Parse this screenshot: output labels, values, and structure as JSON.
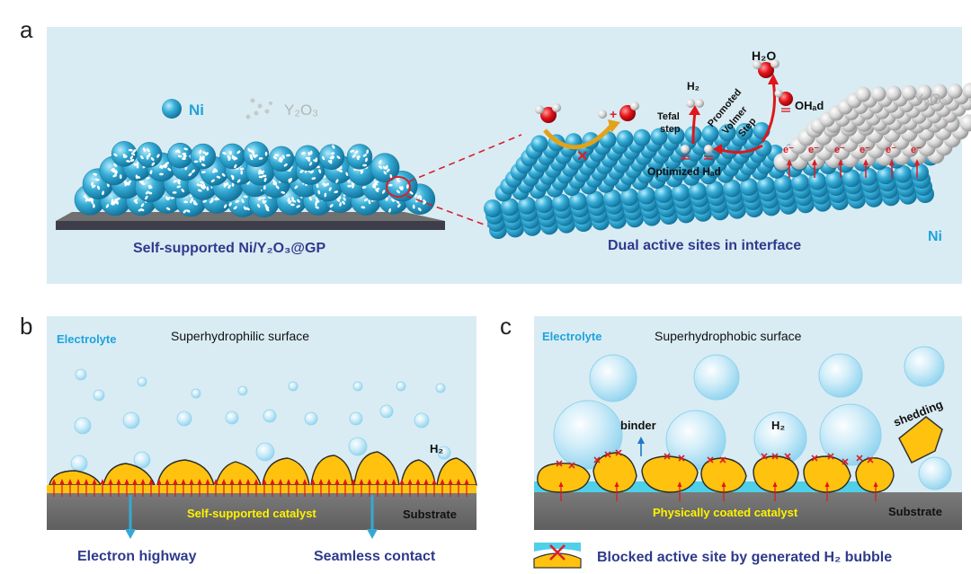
{
  "panel_a": {
    "letter": "a",
    "legend_ni": "Ni",
    "legend_y2o3": "Y₂O₃",
    "caption_left": "Self-supported Ni/Y₂O₃@GP",
    "caption_right": "Dual active sites in interface",
    "label_ni": "Ni",
    "label_y2o3": "Y₂O₃",
    "h2o": "H₂O",
    "h2": "H₂",
    "oh_ad": "OHₐd",
    "tafel": "Tefal",
    "tafel_step": "step",
    "promoted": "Promoted",
    "volmer": "Volmer",
    "step": "Step",
    "optimized": "Optimized Hₐd",
    "electron": "e⁻"
  },
  "panel_b": {
    "letter": "b",
    "electrolyte": "Electrolyte",
    "surface": "Superhydrophilic surface",
    "catalyst": "Self-supported catalyst",
    "substrate": "Substrate",
    "h2": "H₂",
    "highway": "Electron highway",
    "contact": "Seamless contact"
  },
  "panel_c": {
    "letter": "c",
    "electrolyte": "Electrolyte",
    "surface": "Superhydrophobic surface",
    "binder": "binder",
    "h2": "H₂",
    "shedding": "shedding",
    "catalyst": "Physically coated catalyst",
    "substrate": "Substrate",
    "blocked": "Blocked active site by generated H₂ bubble"
  },
  "colors": {
    "panel_bg": "#d9ecf3",
    "ni_blue": "#35a9d3",
    "y2o3_grey": "#cfcfcf",
    "catalyst_yellow": "#ffc20e",
    "substrate_grey": "#6e6e6e",
    "caption_navy": "#2e3a8c",
    "electrolyte_blue": "#1fa3dc",
    "catalyst_text": "#fff200",
    "arrow_red": "#e0161b"
  }
}
